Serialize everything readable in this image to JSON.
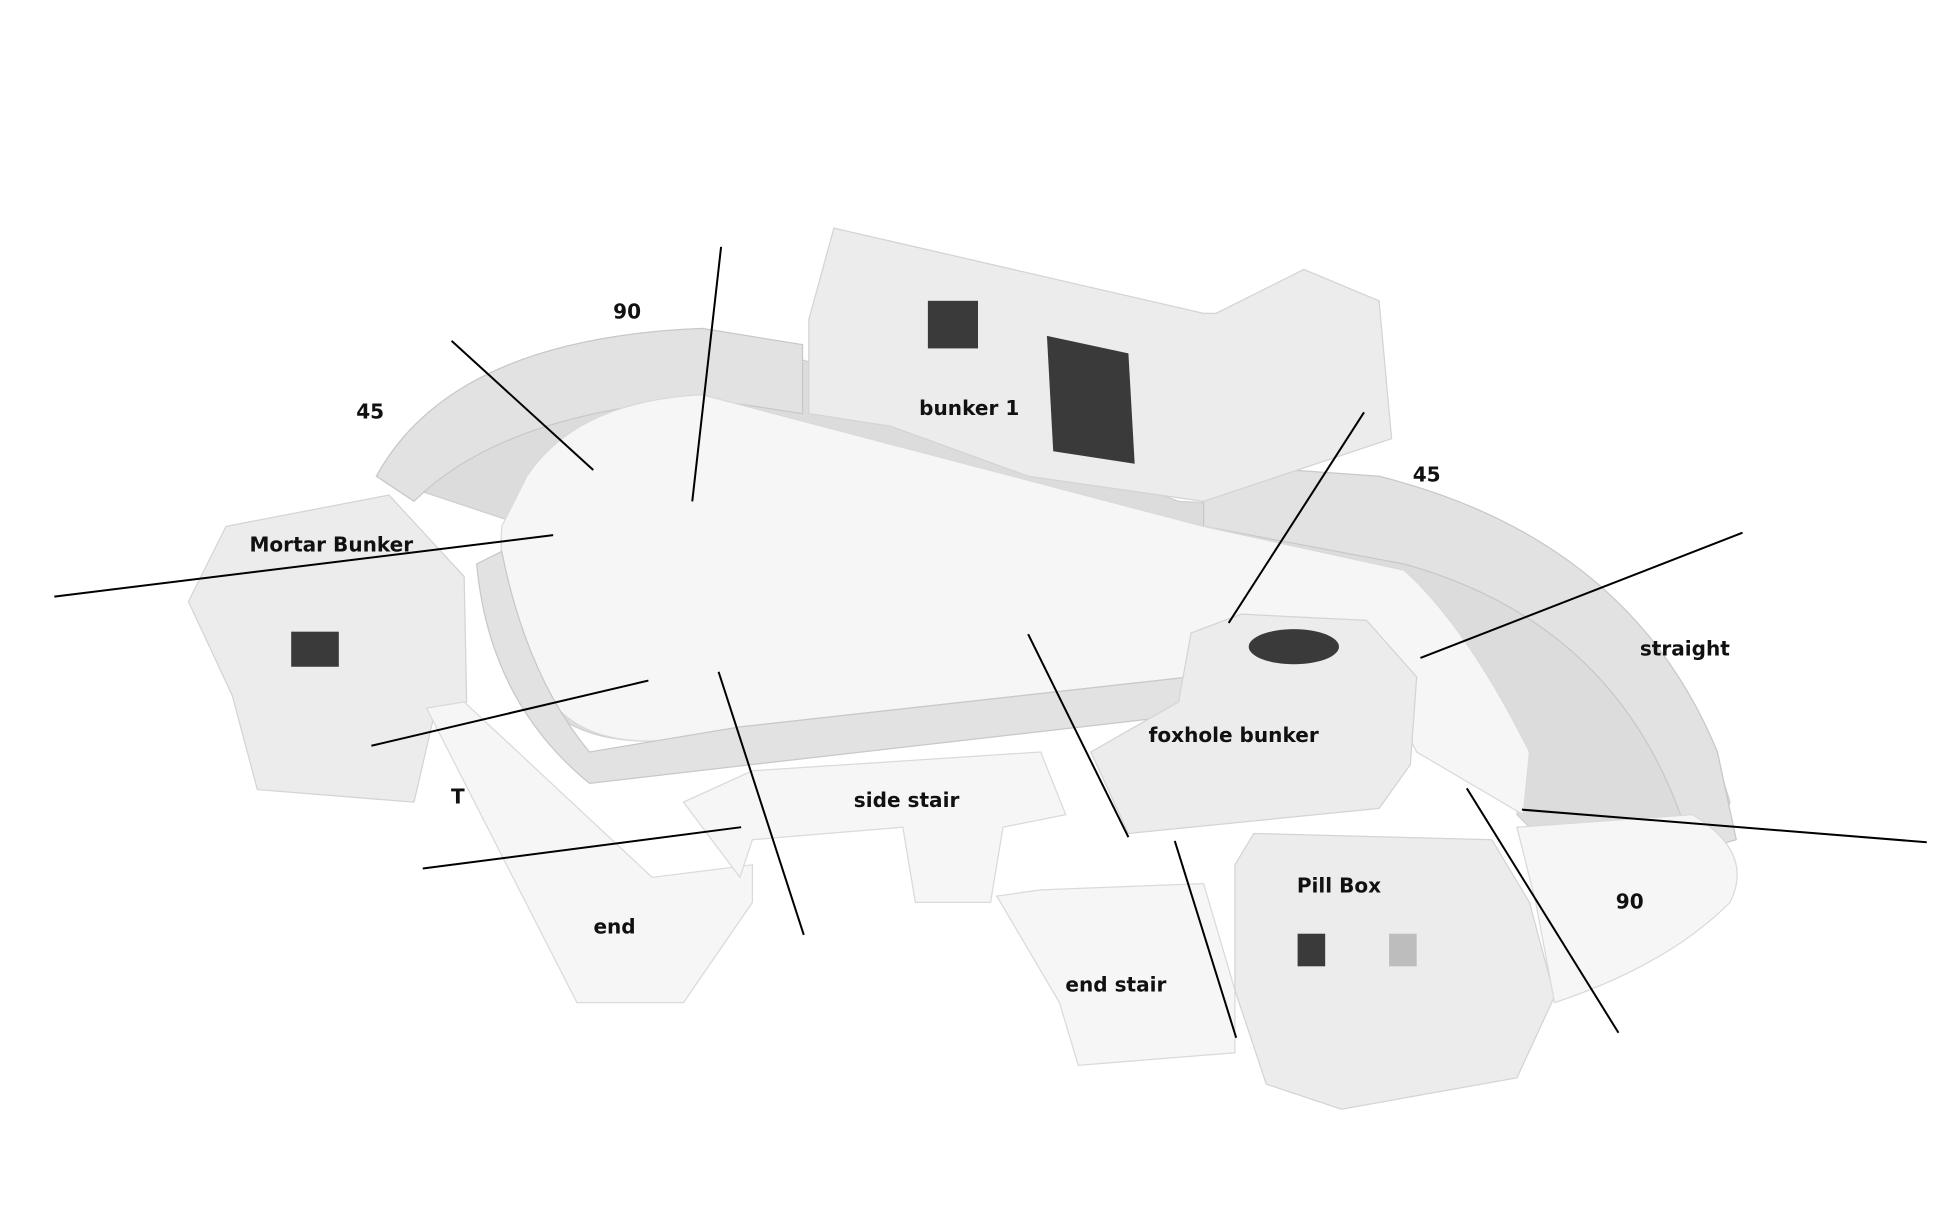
{
  "labels": {
    "corner_90_top": "90",
    "corner_45_left": "45",
    "bunker_1": "bunker 1",
    "corner_45_right": "45",
    "mortar_bunker": "Mortar Bunker",
    "straight": "straight",
    "foxhole_bunker": "foxhole bunker",
    "side_stair": "side stair",
    "t_junction": "T",
    "pill_box": "Pill Box",
    "corner_90_right": "90",
    "end": "end",
    "end_stair": "end stair"
  },
  "colors": {
    "model": "#ececec",
    "shadow": "#3a3a3a",
    "label": "#111111",
    "leader_line": "#000000"
  }
}
